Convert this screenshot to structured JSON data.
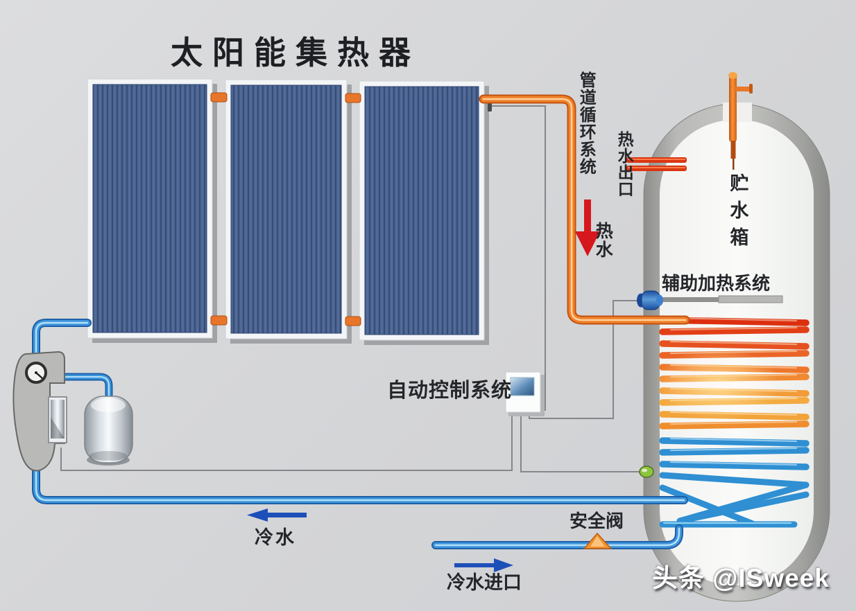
{
  "title": "太阳能集热器",
  "labels": {
    "pipe_circulation_system": "管道循环系统",
    "hot_water_outlet": "热水出口",
    "hot_water": "热水",
    "storage_tank": "贮水箱",
    "auxiliary_heating_system": "辅助加热系统",
    "auto_control_system": "自动控制系统",
    "safety_valve": "安全阀",
    "cold_water": "冷水",
    "cold_water_inlet": "冷水进口"
  },
  "watermark": "头条 @ISweek",
  "colors": {
    "hot_pipe_orange": "#f0812c",
    "cold_pipe_blue": "#3e96dc",
    "flow_arrow_red": "#d6181e",
    "flow_arrow_blue": "#1d4fb8",
    "panel_blue": "#4a6492",
    "tank_wall_gray": "#b0b1ae",
    "background_gray": "#d5d6d8"
  }
}
